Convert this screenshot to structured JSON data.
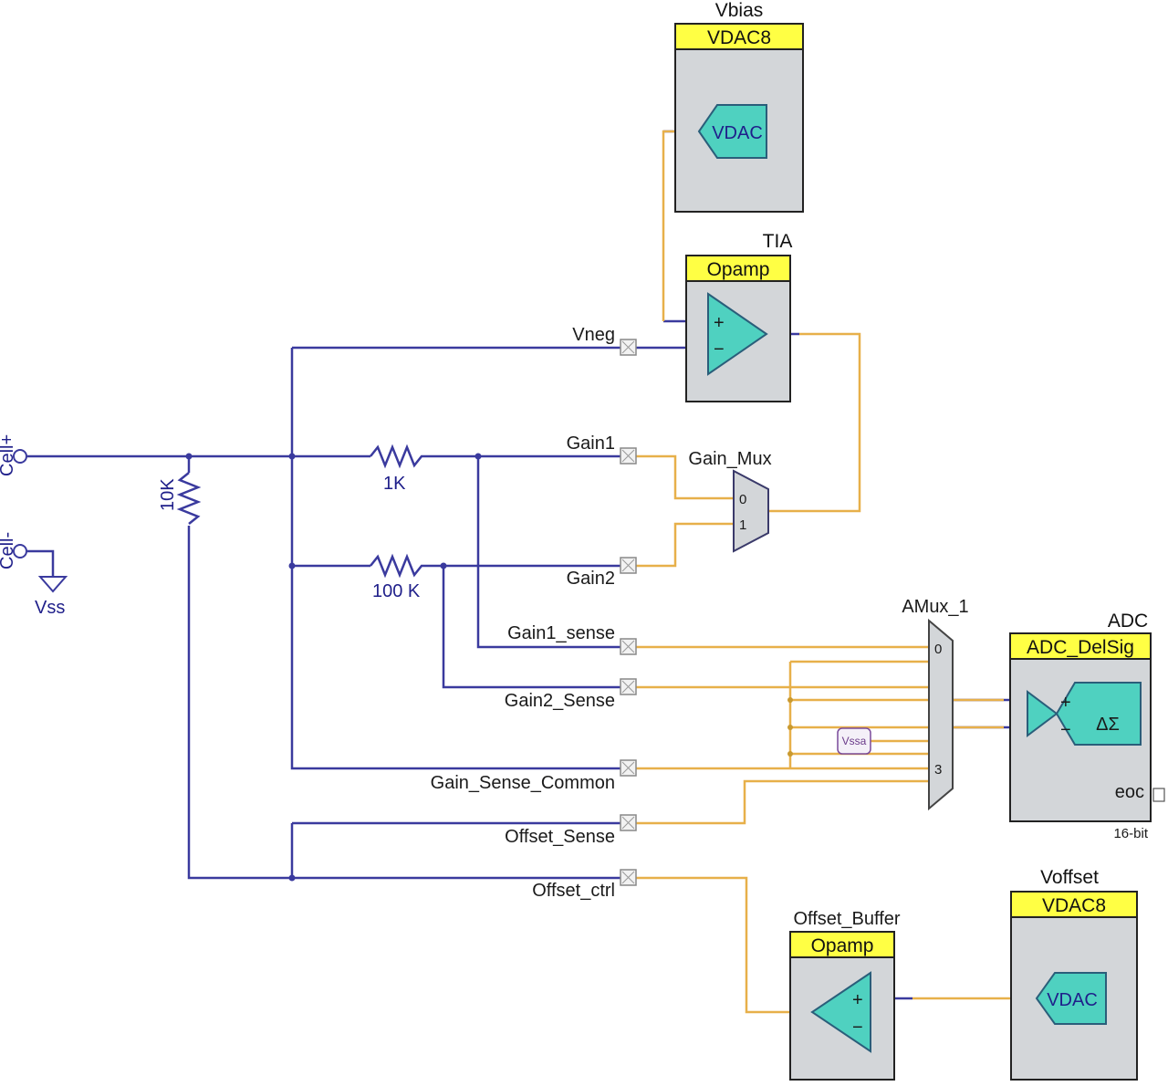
{
  "components": {
    "vbias": {
      "instance": "Vbias",
      "type": "VDAC8",
      "symbol": "VDAC"
    },
    "tia": {
      "instance": "TIA",
      "type": "Opamp",
      "plus": "+",
      "minus": "−"
    },
    "gain_mux": {
      "instance": "Gain_Mux",
      "in0": "0",
      "in1": "1"
    },
    "amux": {
      "instance": "AMux_1",
      "in0": "0",
      "in3": "3"
    },
    "adc": {
      "instance": "ADC",
      "type": "ADC_DelSig",
      "symbol": "ΔΣ",
      "plus": "+",
      "minus": "−",
      "eoc": "eoc",
      "resolution": "16-bit"
    },
    "offset_buffer": {
      "instance": "Offset_Buffer",
      "type": "Opamp",
      "plus": "+",
      "minus": "−"
    },
    "voffset": {
      "instance": "Voffset",
      "type": "VDAC8",
      "symbol": "VDAC"
    },
    "vssa": "Vssa"
  },
  "pins": {
    "vneg": "Vneg",
    "gain1": "Gain1",
    "gain2": "Gain2",
    "gain1_sense": "Gain1_sense",
    "gain2_sense": "Gain2_Sense",
    "gain_sense_common": "Gain_Sense_Common",
    "offset_sense": "Offset_Sense",
    "offset_ctrl": "Offset_ctrl"
  },
  "external": {
    "cell_plus": "Cell+",
    "cell_minus": "Cell-",
    "vss": "Vss",
    "r_1k": "1K",
    "r_100k": "100 K",
    "r_10k": "10K"
  },
  "colors": {
    "analog_wire": "#3a3a9e",
    "digital_wire": "#e7b04a",
    "component_body": "#d3d6d9",
    "component_header": "#ffff44",
    "symbol_fill": "#4fd1c0"
  }
}
